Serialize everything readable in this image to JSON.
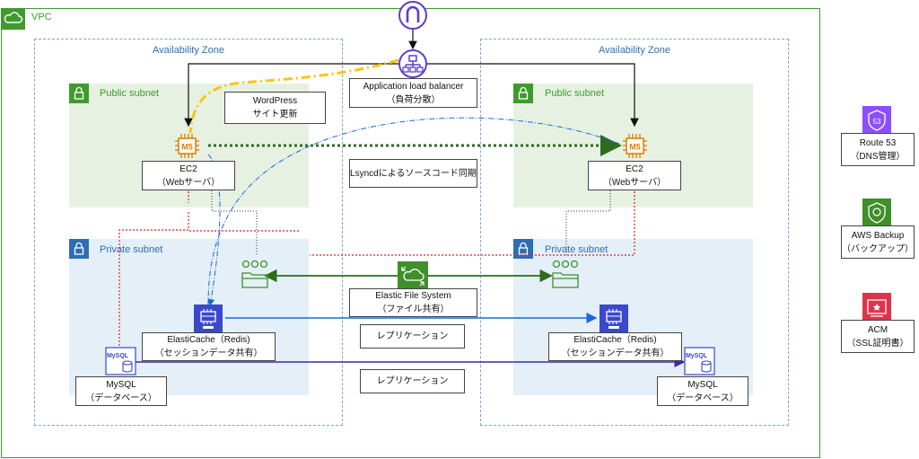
{
  "vpc": {
    "label": "VPC"
  },
  "az_left": {
    "label": "Availability Zone"
  },
  "az_right": {
    "label": "Availability Zone"
  },
  "public_subnet_left": {
    "label": "Public subnet"
  },
  "public_subnet_right": {
    "label": "Public subnet"
  },
  "private_subnet_left": {
    "label": "Private subnet"
  },
  "private_subnet_right": {
    "label": "Private subnet"
  },
  "alb": {
    "line1": "Application load balancer",
    "line2": "（負荷分散）"
  },
  "wordpress": {
    "line1": "WordPress",
    "line2": "サイト更新"
  },
  "ec2_left": {
    "badge": "M5",
    "line1": "EC2",
    "line2": "（Webサーバ）"
  },
  "ec2_right": {
    "badge": "M5",
    "line1": "EC2",
    "line2": "（Webサーバ）"
  },
  "lsyncd": {
    "label": "Lsyncdによるソースコード同期"
  },
  "efs": {
    "line1": "Elastic File System",
    "line2": "（ファイル共有）"
  },
  "replication_1": {
    "label": "レプリケーション"
  },
  "replication_2": {
    "label": "レプリケーション"
  },
  "elasticache_left": {
    "line1": "ElastiCache（Redis)",
    "line2": "（セッションデータ共有）"
  },
  "elasticache_right": {
    "line1": "ElastiCache（Redis)",
    "line2": "（セッションデータ共有）"
  },
  "mysql_left": {
    "icon_text": "MySQL",
    "line1": "MySQL",
    "line2": "（データベース）"
  },
  "mysql_right": {
    "icon_text": "MySQL",
    "line1": "MySQL",
    "line2": "（データベース）"
  },
  "route53": {
    "icon_text": "53",
    "line1": "Route 53",
    "line2": "（DNS管理）"
  },
  "backup": {
    "line1": "AWS Backup",
    "line2": "（バックアップ）"
  },
  "acm": {
    "line1": "ACM",
    "line2": "（SSL証明書）"
  },
  "colors": {
    "vpc_green": "#3f9b2d",
    "az_blue": "#2f6db5",
    "compute_orange": "#e07b00",
    "efs_green": "#3f8f2a",
    "cache_blue": "#3b48cc",
    "route53_purple": "#8c4fff",
    "backup_green": "#3f8f2a",
    "acm_red": "#dd344c",
    "wordpress_flow_yellow": "#f5c518"
  }
}
